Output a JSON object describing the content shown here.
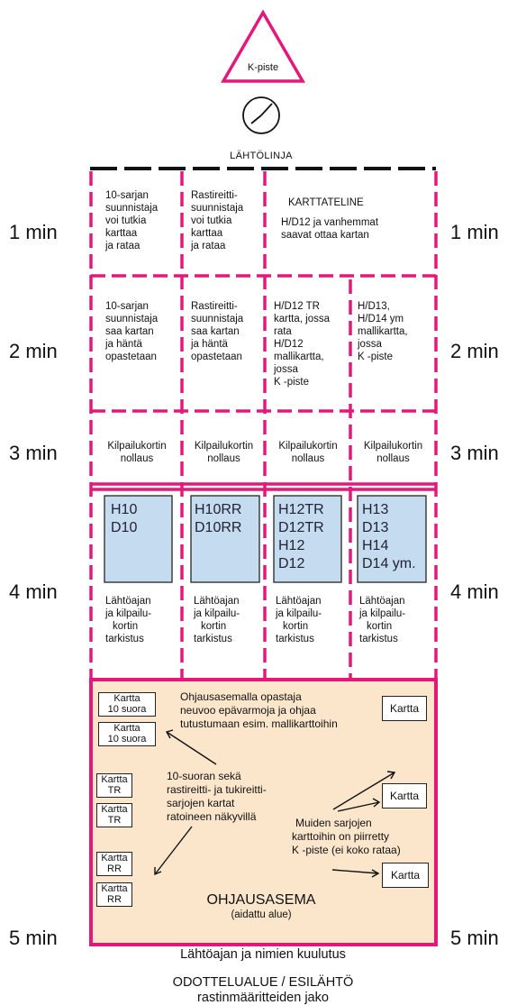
{
  "colors": {
    "magenta": "#e4187a",
    "blue_box": "#c5dbef",
    "peach": "#fbe6cc"
  },
  "k_piste": "K-piste",
  "lahtolinja": "LÄHTÖLINJA",
  "time_labels": [
    "1 min",
    "2 min",
    "3 min",
    "4 min",
    "5 min"
  ],
  "row1": {
    "col1": [
      "10-sarjan",
      "suunnistaja",
      "voi tutkia",
      "karttaa",
      "ja rataa"
    ],
    "col2": [
      "Rastireitti-",
      "suunnistaja",
      "voi tutkia",
      "karttaa",
      "ja rataa"
    ],
    "wide": [
      "KARTTATELINE",
      "H/D12 ja vanhemmat",
      "saavat ottaa kartan"
    ]
  },
  "row2": {
    "col1": [
      "10-sarjan",
      "suunnistaja",
      "saa kartan",
      "ja häntä",
      "opastetaan"
    ],
    "col2": [
      "Rastireitti-",
      "suunnistaja",
      "saa kartan",
      "ja häntä",
      "opastetaan"
    ],
    "col3": [
      "H/D12 TR",
      "kartta, jossa",
      "rata",
      "H/D12",
      "mallikartta,",
      "jossa",
      "K -piste"
    ],
    "col4": [
      "H/D13,",
      "H/D14 ym",
      "mallikartta,",
      "jossa",
      "K -piste"
    ]
  },
  "row3": {
    "label": [
      "Kilpailukortin",
      "nollaus"
    ]
  },
  "row4": {
    "boxes": [
      [
        "H10",
        "D10"
      ],
      [
        "H10RR",
        "D10RR"
      ],
      [
        "H12TR",
        "D12TR",
        "H12",
        "D12"
      ],
      [
        "H13",
        "D13",
        "H14",
        "D14 ym."
      ]
    ],
    "check": [
      "Lähtöajan",
      "ja kilpailu-",
      "kortin",
      "tarkistus"
    ]
  },
  "row5": {
    "left_maps": [
      [
        "Kartta",
        "10 suora"
      ],
      [
        "Kartta",
        "10 suora"
      ],
      [
        "Kartta",
        "TR"
      ],
      [
        "Kartta",
        "TR"
      ],
      [
        "Kartta",
        "RR"
      ],
      [
        "Kartta",
        "RR"
      ]
    ],
    "right_map": "Kartta",
    "ohjaus_text": [
      "Ohjausasemalla opastaja",
      "neuvoo epävarmoja ja ohjaa",
      "tutustumaan esim. mallikarttoihin"
    ],
    "suoran_text": [
      "10-suoran sekä",
      "rastireitti- ja tukireitti-",
      "sarjojen kartat",
      "ratoineen näkyvillä"
    ],
    "muiden_text": [
      "Muiden sarjojen",
      "karttoihin on piirretty",
      "K -piste (ei koko rataa)"
    ],
    "title": "OHJAUSASEMA",
    "subtitle": "(aidattu alue)"
  },
  "footer": {
    "line1": "Lähtöajan ja nimien kuulutus",
    "line2": "ODOTTELUALUE / ESILÄHTÖ",
    "line3": "rastinmääritteiden jako"
  }
}
